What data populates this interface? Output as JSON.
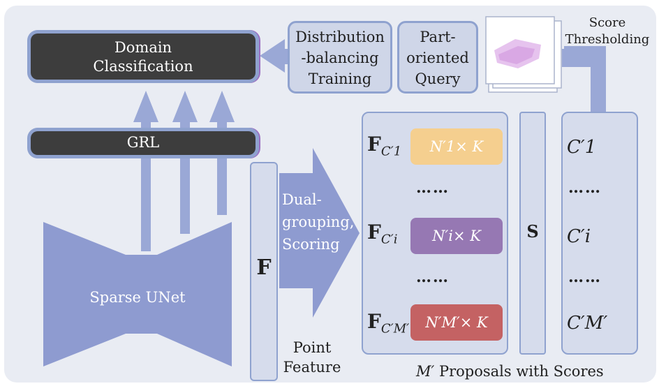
{
  "labels": {
    "domain_classification_1": "Domain",
    "domain_classification_2": "Classification",
    "grl": "GRL",
    "distribution_1": "Distribution",
    "distribution_2": "-balancing",
    "distribution_3": "Training",
    "part_1": "Part-",
    "part_2": "oriented",
    "part_3": "Query",
    "score_1": "Score",
    "score_2": "Thresholding",
    "sparse_unet": "Sparse UNet",
    "F": "F",
    "dual_1": "Dual-",
    "dual_2": "grouping,",
    "dual_3": "Scoring",
    "point_feature_1": "Point",
    "point_feature_2": "Feature",
    "S": "S",
    "proposals_caption": "Proposals with Scores",
    "proposals_M": "M′",
    "dots": "……"
  },
  "rows": [
    {
      "F_sub": "C′1",
      "cell": "N′1× K",
      "C_label": "C′1"
    },
    {
      "F_sub": "C′i",
      "cell": "N′i× K",
      "C_label": "C′i"
    },
    {
      "F_sub": "C′M′",
      "cell": "N′M′× K",
      "C_label": "C′M′"
    }
  ],
  "colors": {
    "panel_bg": "#e9ecf3",
    "arrow": "#98a6d2",
    "border": "#8fa2cf",
    "dark_box": "#3d3d3d",
    "cell_1": "#f5cf8f",
    "cell_i": "#9678b3",
    "cell_M": "#c46263"
  }
}
